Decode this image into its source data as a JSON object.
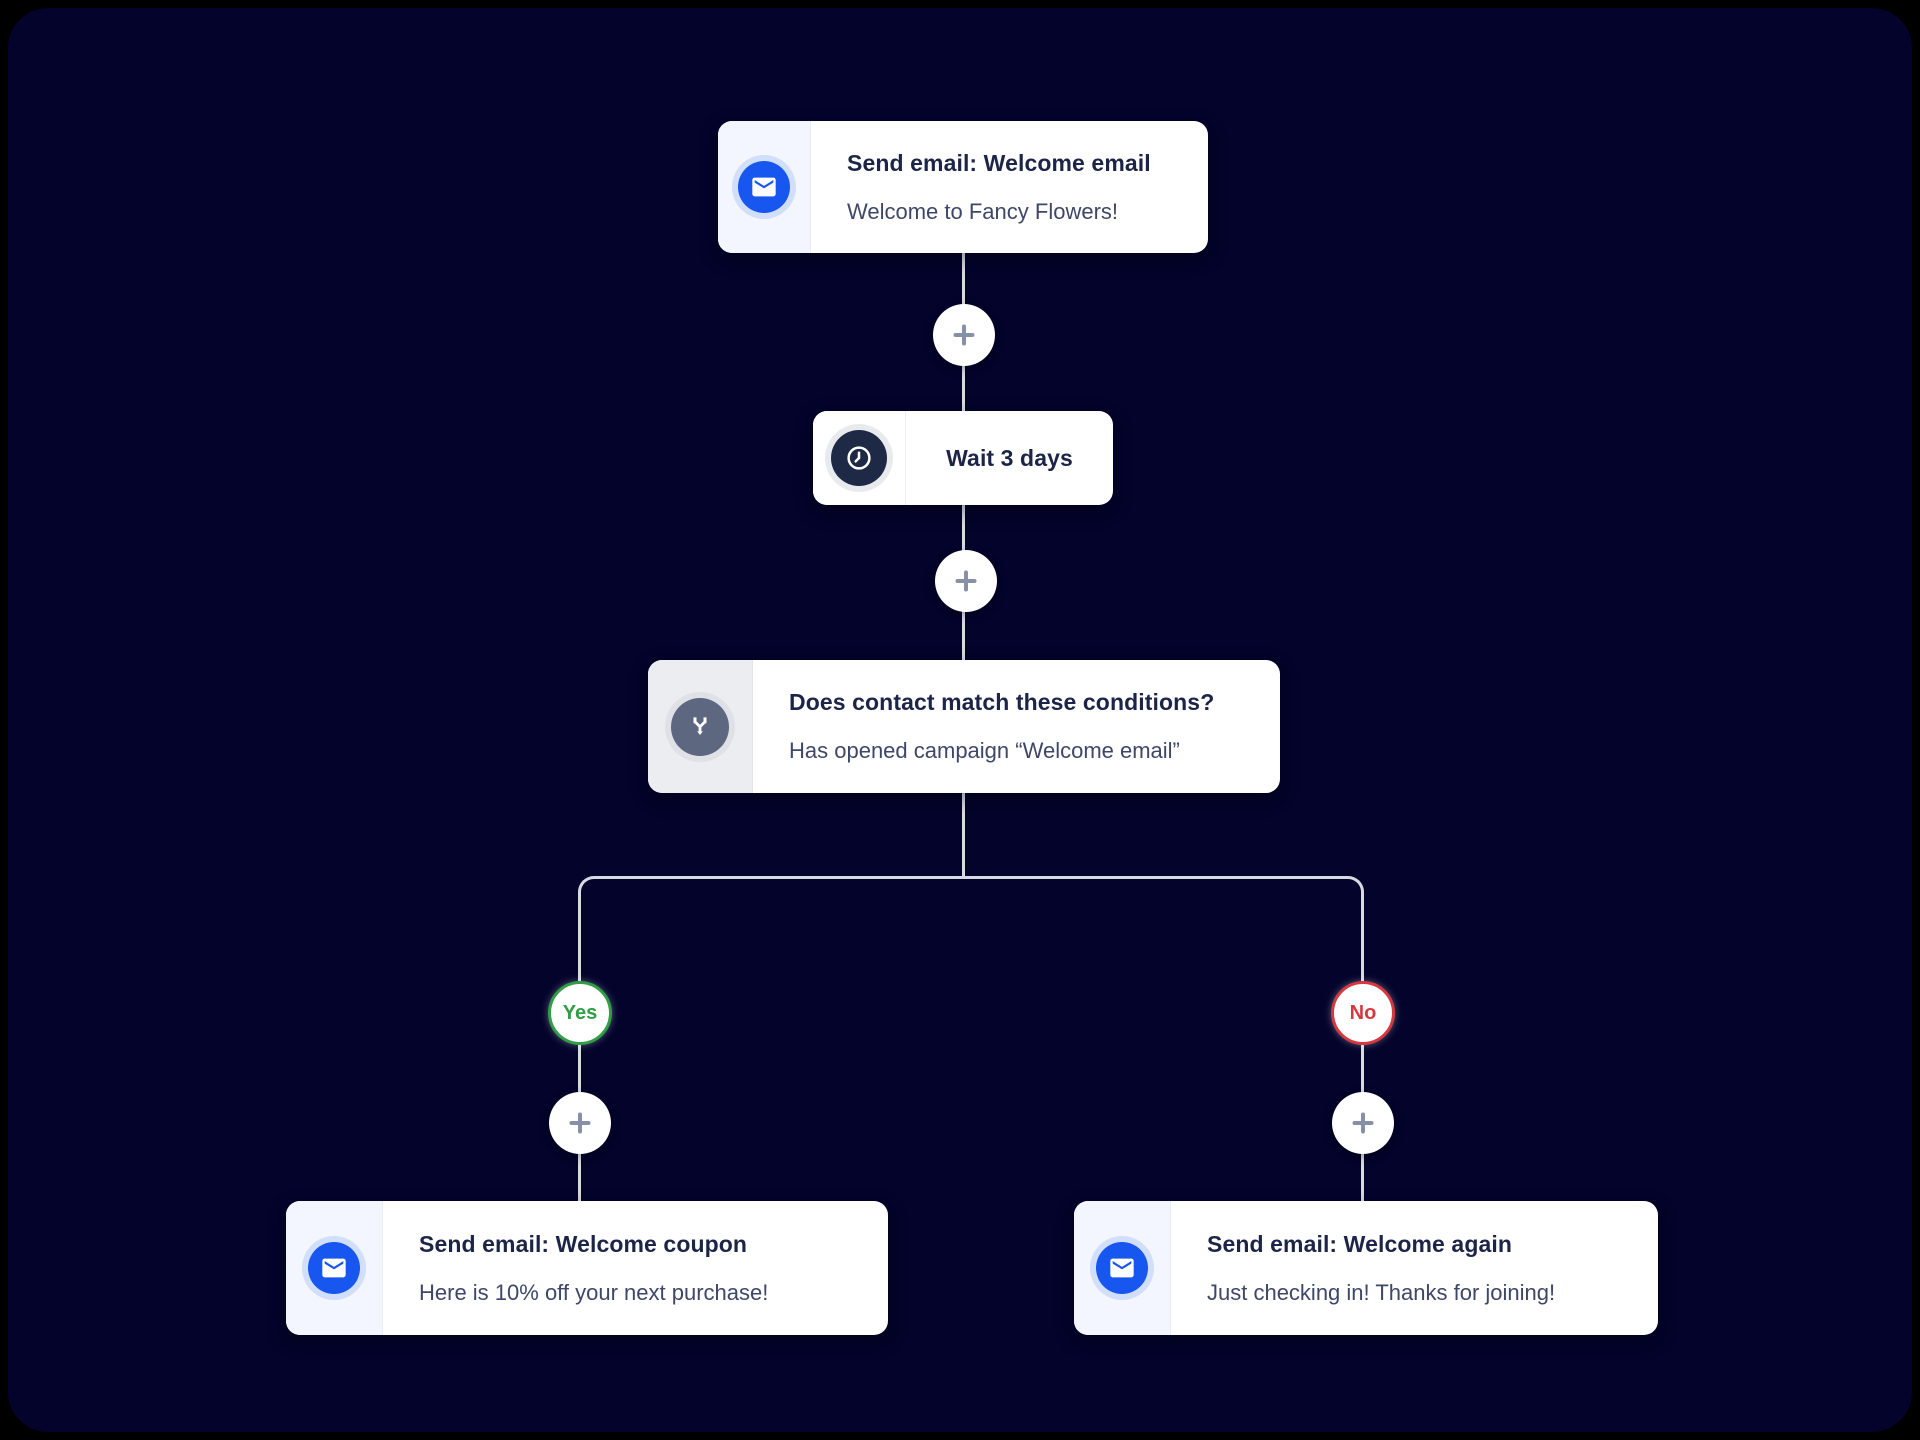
{
  "colors": {
    "outer_bg": "#000000",
    "canvas_bg": "#03032b",
    "card_bg": "#ffffff",
    "connector": "#d8dae2",
    "email_icon_blue": "#1856f0",
    "wait_icon_navy": "#1d2945",
    "condition_icon_slate": "#5d6780",
    "yes_green": "#2f9e44",
    "no_red": "#d6383f",
    "title_text": "#1c2447",
    "subtitle_text": "#3e4768"
  },
  "nodes": {
    "welcome_email": {
      "icon": "email-icon",
      "title": "Send email: Welcome email",
      "subtitle": "Welcome to Fancy Flowers!"
    },
    "wait_3_days": {
      "icon": "clock-icon",
      "title": "Wait 3 days"
    },
    "condition": {
      "icon": "split-icon",
      "title": "Does contact match these conditions?",
      "subtitle": "Has opened campaign “Welcome email”"
    },
    "welcome_coupon": {
      "icon": "email-icon",
      "title": "Send email: Welcome coupon",
      "subtitle": "Here is 10% off your next purchase!"
    },
    "welcome_again": {
      "icon": "email-icon",
      "title": "Send email: Welcome again",
      "subtitle": "Just checking in! Thanks for joining!"
    }
  },
  "branch": {
    "yes_label": "Yes",
    "no_label": "No"
  }
}
